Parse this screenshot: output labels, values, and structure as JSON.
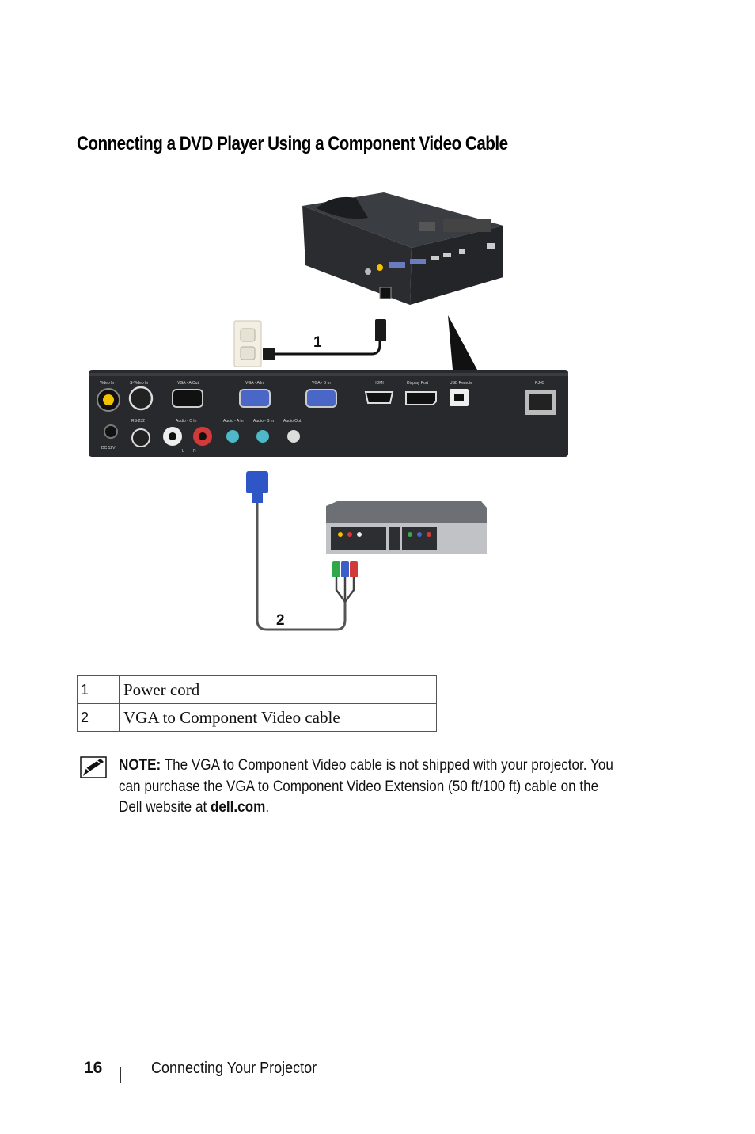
{
  "page": {
    "title": "Connecting a DVD Player Using a Component Video Cable"
  },
  "figure": {
    "callouts": [
      "1",
      "2"
    ],
    "port_labels": {
      "video_in": "Video In",
      "s_video_in": "S-Video In",
      "vga_a_out": "VGA - A Out",
      "vga_a_in": "VGA - A In",
      "vga_b_in": "VGA - B In",
      "hdmi": "HDMI",
      "display_port": "Display Port",
      "usb_remote": "USB Remote",
      "rj45": "RJ45",
      "rs232": "RS-232",
      "audio_c_in": "Audio - C In",
      "audio_a_in": "Audio - A In",
      "audio_b_in": "Audio - B In",
      "audio_out": "Audio Out",
      "dc12v": "DC 12V",
      "l": "L",
      "r": "R"
    }
  },
  "legend": {
    "rows": [
      {
        "num": "1",
        "label": "Power cord"
      },
      {
        "num": "2",
        "label": "VGA to Component Video cable"
      }
    ]
  },
  "note": {
    "label": "NOTE:",
    "text1": " The VGA to Component Video cable is not shipped with your projector. You can purchase the VGA to Component Video Extension (50 ft/100 ft) cable on the Dell website at ",
    "link": "dell.com",
    "text2": "."
  },
  "footer": {
    "page_number": "16",
    "section": "Connecting Your Projector"
  }
}
